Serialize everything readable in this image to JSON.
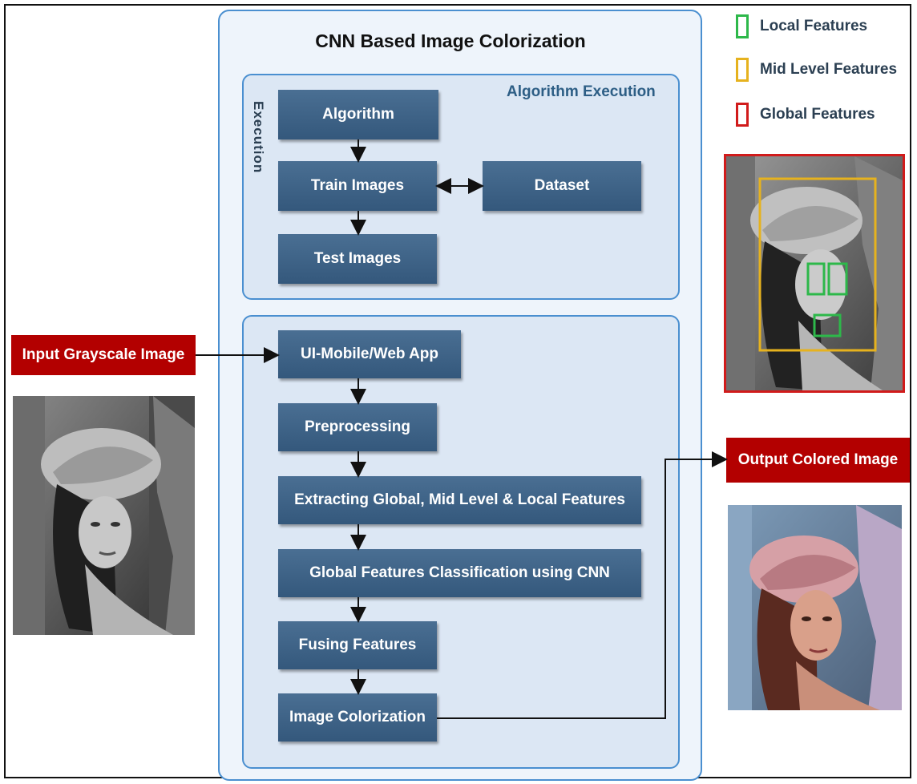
{
  "title": "CNN Based Image Colorization",
  "execution_panel": {
    "label": "Algorithm Execution",
    "side_label": "Execution",
    "boxes": {
      "algorithm": "Algorithm",
      "train_images": "Train Images",
      "test_images": "Test Images",
      "dataset": "Dataset"
    }
  },
  "pipeline": {
    "ui_app": "UI-Mobile/Web App",
    "preprocessing": "Preprocessing",
    "extracting": "Extracting Global, Mid Level & Local Features",
    "classification": "Global Features Classification using CNN",
    "fusing": "Fusing Features",
    "colorization": "Image Colorization"
  },
  "input_label": "Input Grayscale Image",
  "output_label": "Output Colored Image",
  "legend": [
    {
      "label": "Local Features",
      "color": "#2db84a"
    },
    {
      "label": "Mid Level Features",
      "color": "#e6b21e"
    },
    {
      "label": "Global Features",
      "color": "#d11b1b"
    }
  ],
  "colors": {
    "box_fill": "#3e6488",
    "panel_border": "#4a8fd0",
    "red_label": "#b30000"
  }
}
